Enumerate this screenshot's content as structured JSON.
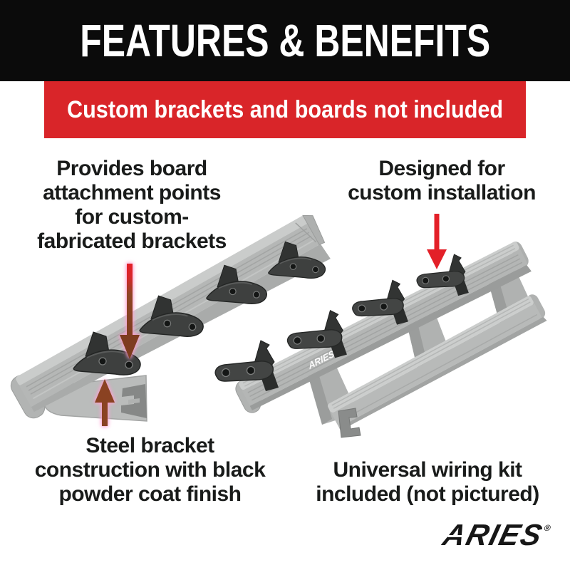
{
  "header": {
    "title": "FEATURES & BENEFITS"
  },
  "banner": {
    "text": "Custom brackets and boards not included"
  },
  "callouts": {
    "board_attachment": {
      "text": "Provides board\nattachment points\nfor custom-\nfabricated brackets"
    },
    "custom_installation": {
      "text": "Designed for\ncustom installation"
    },
    "steel_bracket": {
      "text": "Steel bracket\nconstruction with black\npowder coat finish"
    },
    "wiring_kit": {
      "text": "Universal wiring kit\nincluded (not pictured)"
    }
  },
  "products": {
    "right": {
      "watermark": "ARIES"
    }
  },
  "logo": {
    "text": "ARIES",
    "mark": "®"
  },
  "colors": {
    "header_bg": "#0b0b0b",
    "accent_red": "#d92529",
    "arrow_red": "#e32028",
    "arrow_brown": "#8a4222",
    "glow_pink": "#ff9ed0",
    "rail_gray": "#b5b7b6",
    "bracket_black": "#3a3c3b",
    "text_black": "#191b1a",
    "logo_black": "#171717"
  }
}
